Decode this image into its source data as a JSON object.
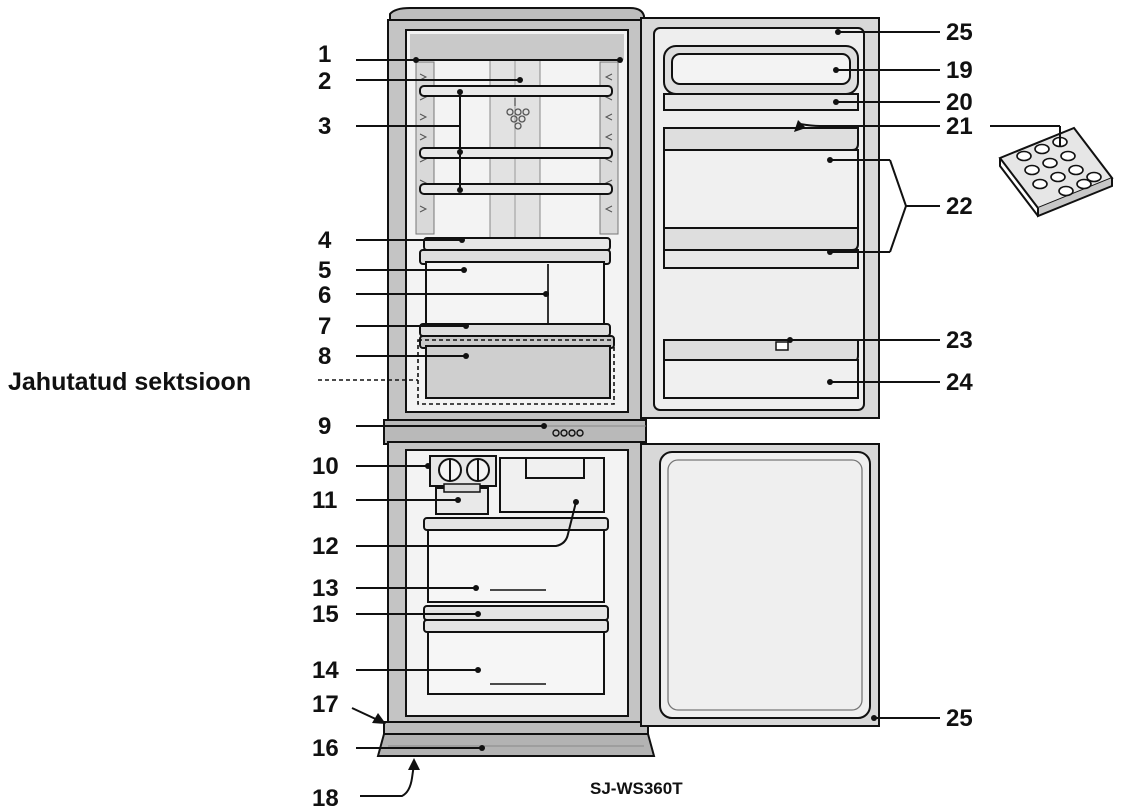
{
  "section_label": "Jahutatud sektsioon",
  "model": "SJ-WS360T",
  "callouts": {
    "n1": "1",
    "n2": "2",
    "n3": "3",
    "n4": "4",
    "n5": "5",
    "n6": "6",
    "n7": "7",
    "n8": "8",
    "n9": "9",
    "n10": "10",
    "n11": "11",
    "n12": "12",
    "n13": "13",
    "n14": "14",
    "n15": "15",
    "n16": "16",
    "n17": "17",
    "n18": "18",
    "n19": "19",
    "n20": "20",
    "n21": "21",
    "n22": "22",
    "n23": "23",
    "n24": "24",
    "n25a": "25",
    "n25b": "25"
  }
}
